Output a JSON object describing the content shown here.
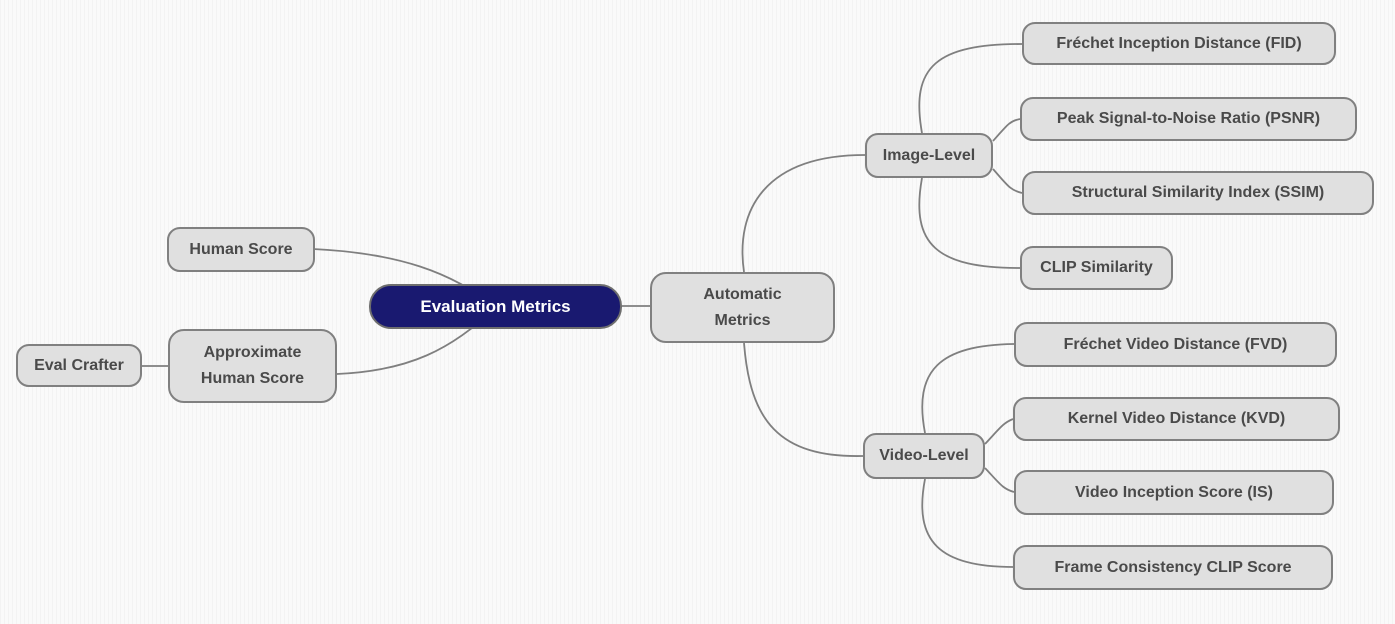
{
  "mindmap": {
    "root": {
      "label": "Evaluation Metrics"
    },
    "children": [
      {
        "id": "human-score",
        "label": "Human Score"
      },
      {
        "id": "approximate-human-score",
        "label": "Approximate Human Score",
        "lines": [
          "Approximate",
          "Human Score"
        ],
        "children": [
          {
            "id": "eval-crafter",
            "label": "Eval Crafter"
          }
        ]
      },
      {
        "id": "automatic-metrics",
        "label": "Automatic Metrics",
        "lines": [
          "Automatic",
          "Metrics"
        ],
        "children": [
          {
            "id": "image-level",
            "label": "Image-Level",
            "children": [
              {
                "id": "fid",
                "label": "Fréchet Inception Distance (FID)"
              },
              {
                "id": "psnr",
                "label": "Peak Signal-to-Noise Ratio (PSNR)"
              },
              {
                "id": "ssim",
                "label": "Structural Similarity Index (SSIM)"
              },
              {
                "id": "clip-similarity",
                "label": "CLIP Similarity"
              }
            ]
          },
          {
            "id": "video-level",
            "label": "Video-Level",
            "children": [
              {
                "id": "fvd",
                "label": "Fréchet Video Distance (FVD)"
              },
              {
                "id": "kvd",
                "label": "Kernel Video Distance (KVD)"
              },
              {
                "id": "video-inception-score",
                "label": "Video Inception Score (IS)"
              },
              {
                "id": "frame-consistency-clip-score",
                "label": "Frame Consistency CLIP Score"
              }
            ]
          }
        ]
      }
    ],
    "colors": {
      "root_fill": "#191970",
      "root_text": "#ffffff",
      "node_fill": "#e0e0e0",
      "node_border": "#808080",
      "node_text": "#4a4a4a",
      "edge": "#7f7f7f",
      "background": "#fafafa"
    }
  }
}
